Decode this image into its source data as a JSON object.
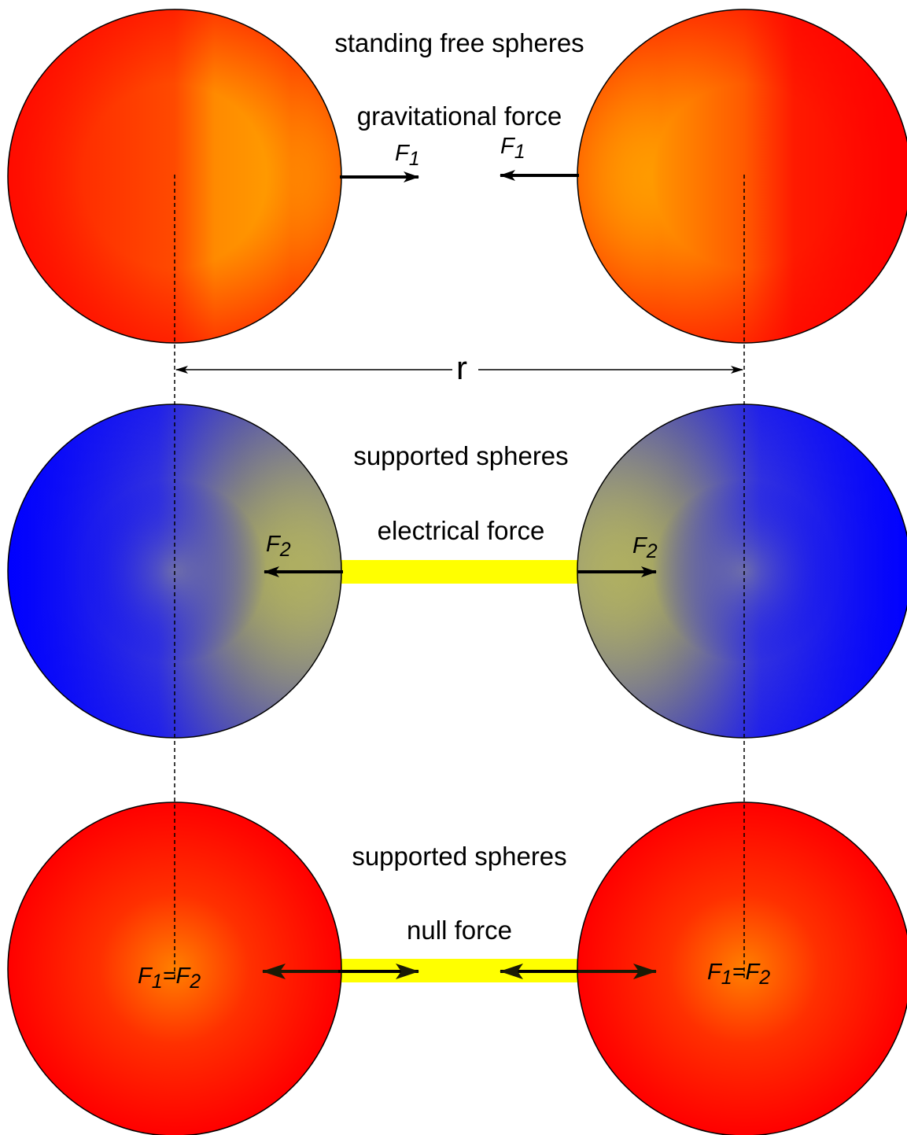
{
  "row1": {
    "title": "standing free spheres",
    "force_label": "gravitational force",
    "left_arrow": {
      "symbol": "F",
      "sub": "1"
    },
    "right_arrow": {
      "symbol": "F",
      "sub": "1"
    }
  },
  "distance_label": "r",
  "row2": {
    "title": "supported spheres",
    "force_label": "electrical force",
    "left_arrow": {
      "symbol": "F",
      "sub": "2"
    },
    "right_arrow": {
      "symbol": "F",
      "sub": "2"
    }
  },
  "row3": {
    "title": "supported spheres",
    "force_label": "null force",
    "left_eq": {
      "a": "F",
      "a_sub": "1",
      "eq": "=F",
      "b_sub": "2"
    },
    "right_eq": {
      "a": "F",
      "a_sub": "1",
      "eq": "=F",
      "b_sub": "2"
    }
  },
  "colors": {
    "red": "#ff0000",
    "orange": "#ff8c00",
    "yellow": "#ffff00",
    "blue": "#0000ff",
    "gray": "#808080",
    "arrow": "#000000"
  }
}
